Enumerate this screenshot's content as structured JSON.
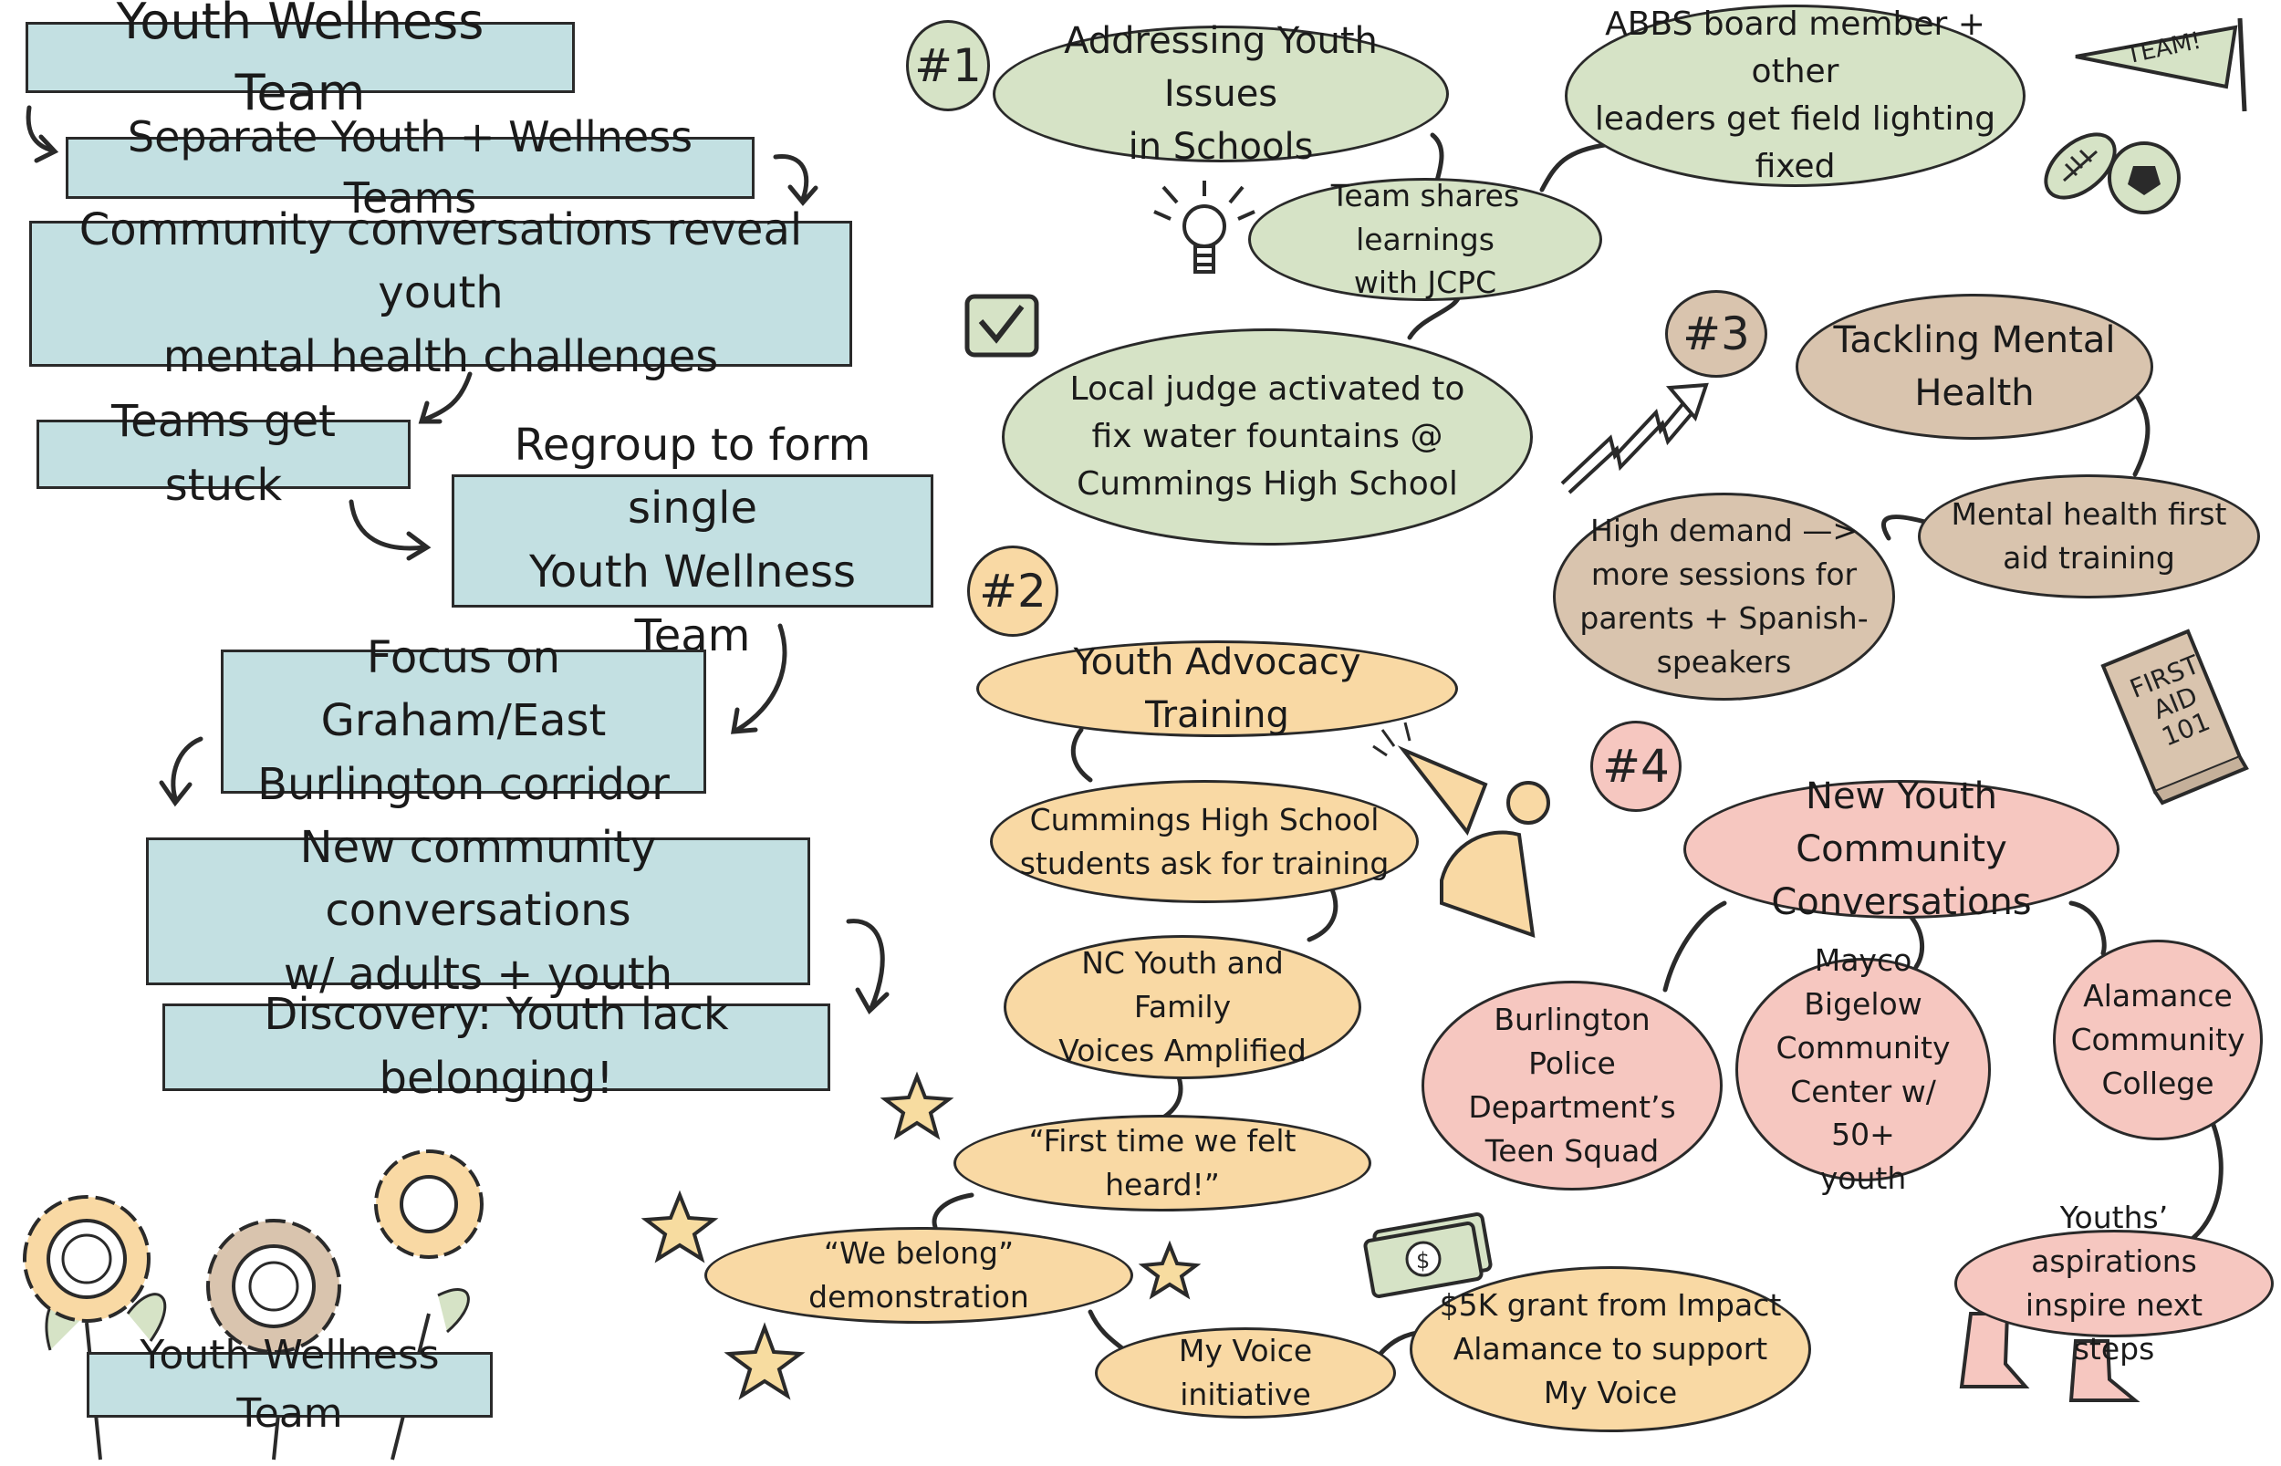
{
  "left_flow": {
    "title": "Youth Wellness Team",
    "steps": [
      "Separate Youth + Wellness Teams",
      "Community conversations reveal youth\nmental health challenges",
      "Teams get stuck",
      "Regroup to form single\nYouth Wellness Team",
      "Focus on Graham/East\nBurlington corridor",
      "New community conversations\nw/ adults + youth",
      "Discovery: Youth lack belonging!"
    ],
    "footer_label": "Youth Wellness Team"
  },
  "branch1": {
    "number": "#1",
    "main": "Addressing Youth Issues\nin Schools",
    "nodes": [
      "ABBS board member + other\nleaders get field lighting\nfixed",
      "Team shares learnings\nwith JCPC",
      "Local judge activated to\nfix water fountains @\nCummings High School"
    ],
    "flag_text": "TEAM!"
  },
  "branch2": {
    "number": "#2",
    "main": "Youth Advocacy Training",
    "nodes": [
      "Cummings High School\nstudents ask for training",
      "NC Youth and Family\nVoices Amplified",
      "“First time we felt heard!”",
      "“We belong” demonstration",
      "My Voice initiative",
      "$5K grant from Impact\nAlamance to support\nMy Voice"
    ]
  },
  "branch3": {
    "number": "#3",
    "main": "Tackling Mental\nHealth",
    "nodes": [
      "Mental health first\naid training",
      "High demand —>\nmore sessions for\nparents + Spanish-\nspeakers"
    ],
    "book_text": "FIRST\nAID\n101"
  },
  "branch4": {
    "number": "#4",
    "main": "New Youth Community\nConversations",
    "nodes": [
      "Burlington Police\nDepartment’s\nTeen Squad",
      "Mayco Bigelow\nCommunity\nCenter w/ 50+\nyouth",
      "Alamance\nCommunity\nCollege",
      "Youths’ aspirations\ninspire next steps"
    ]
  },
  "colors": {
    "box": "#c3e0e2",
    "green": "#d6e3c6",
    "tan": "#d9c4ae",
    "peach": "#f9d9a4",
    "pink": "#f6c7c0",
    "star": "#f7dca0"
  }
}
